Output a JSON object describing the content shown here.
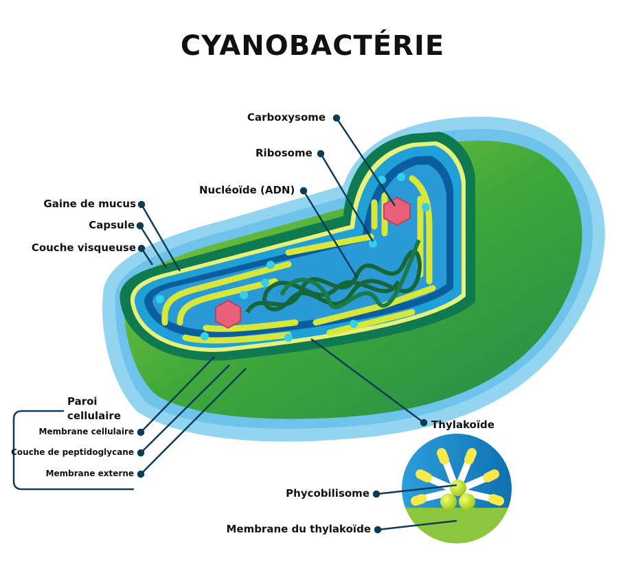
{
  "title": "CYANOBACTÉRIE",
  "labels": {
    "carboxysome": "Carboxysome",
    "ribosome": "Ribosome",
    "nucleoid": "Nucléoïde (ADN)",
    "mucus_sheath": "Gaine de mucus",
    "capsule": "Capsule",
    "slime_layer": "Couche visqueuse",
    "cell_wall_line1": "Paroi",
    "cell_wall_line2": "cellulaire",
    "cell_membrane": "Membrane cellulaire",
    "peptidoglycan": "Couche de peptidoglycane",
    "outer_membrane": "Membrane externe",
    "thylakoid": "Thylakoïde",
    "phycobilisome": "Phycobilisome",
    "thylakoid_membrane": "Membrane du thylakoïde"
  },
  "colors": {
    "leader": "#0d3b57",
    "mucus": "#8fd3f0",
    "body_green": "#5cb83a",
    "thylakoid_yellow": "#d8e83a",
    "carboxysome": "#e8607a",
    "ribosome": "#35d0e8",
    "dna": "#16663a"
  }
}
